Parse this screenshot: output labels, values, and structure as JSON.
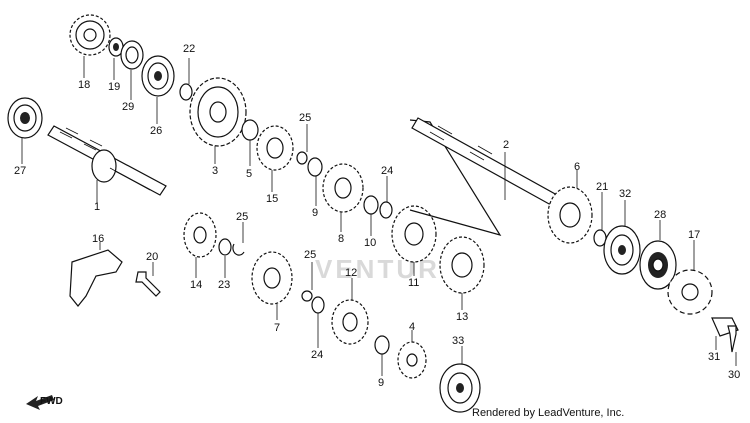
{
  "diagram": {
    "watermark": "VENTURE",
    "credit": "Rendered by LeadVenture, Inc.",
    "direction_label": "FWD",
    "part_labels": [
      "1",
      "2",
      "3",
      "4",
      "5",
      "6",
      "7",
      "8",
      "9",
      "9",
      "10",
      "11",
      "12",
      "13",
      "14",
      "15",
      "16",
      "17",
      "18",
      "19",
      "20",
      "21",
      "22",
      "23",
      "24",
      "24",
      "25",
      "25",
      "25",
      "26",
      "27",
      "28",
      "29",
      "30",
      "31",
      "32",
      "33"
    ]
  }
}
